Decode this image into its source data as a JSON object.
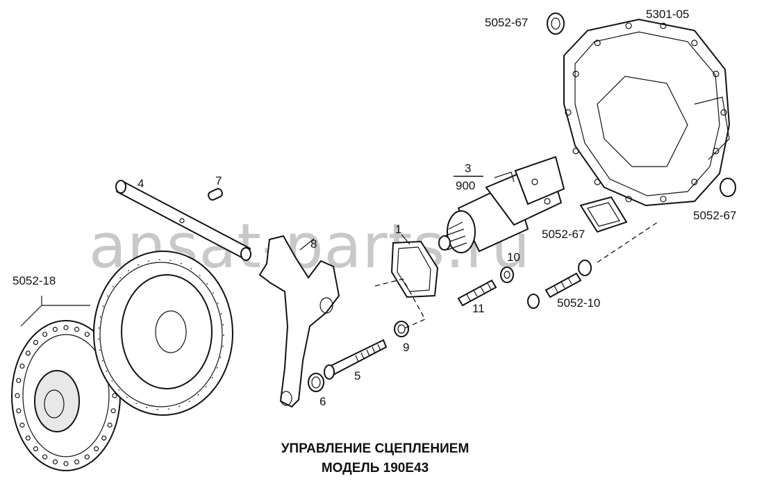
{
  "diagram": {
    "watermark": "ansat-parts.ru",
    "caption_line1": "УПРАВЛЕНИЕ СЦЕПЛЕНИЕМ",
    "caption_line2": "МОДЕЛЬ 190Е43",
    "labels": {
      "p5052_67_top": "5052-67",
      "p5301_05": "5301-05",
      "p4": "4",
      "p7": "7",
      "p3": "3",
      "p900": "900",
      "p8": "8",
      "p1": "1",
      "p5052_67_mid": "5052-67",
      "p5052_67_right": "5052-67",
      "p10": "10",
      "p5052_18": "5052-18",
      "p11": "11",
      "p5052_10": "5052-10",
      "p9": "9",
      "p5": "5",
      "p6": "6"
    }
  }
}
